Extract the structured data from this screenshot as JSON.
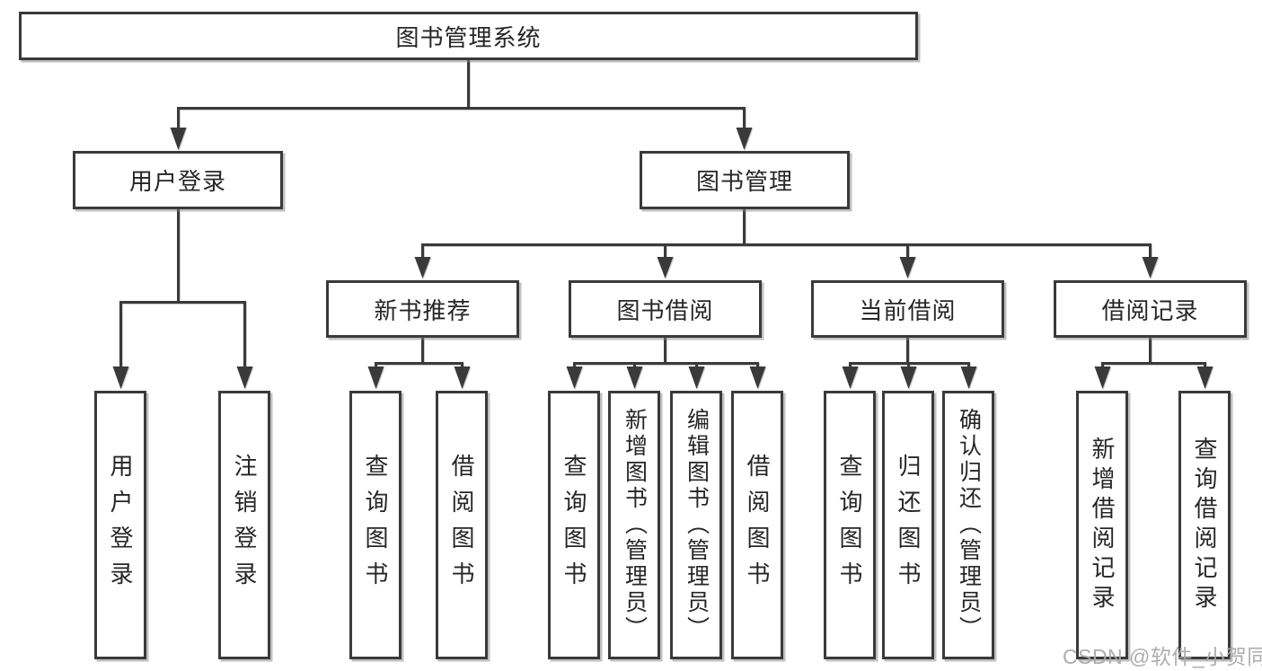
{
  "diagram": {
    "root": {
      "label": "图书管理系统"
    },
    "branches": [
      {
        "label": "用户登录"
      },
      {
        "label": "图书管理"
      }
    ],
    "modules": [
      {
        "label": "新书推荐"
      },
      {
        "label": "图书借阅"
      },
      {
        "label": "当前借阅"
      },
      {
        "label": "借阅记录"
      }
    ],
    "functions": {
      "user_login": [
        "用户登录",
        "注销登录"
      ],
      "new_books": [
        "查询图书",
        "借阅图书"
      ],
      "book_borrow": [
        "查询图书",
        "新增图书（管理员）",
        "编辑图书（管理员）",
        "借阅图书"
      ],
      "current_borrow": [
        "查询图书",
        "归还图书",
        "确认归还（管理员）"
      ],
      "borrow_records": [
        "新增借阅记录",
        "查询借阅记录"
      ]
    }
  },
  "watermark": {
    "text": "CSDN @软件_小贺同学"
  },
  "colors": {
    "line": "#3a3a3a",
    "text": "#262626",
    "box_background": "#ffffff",
    "watermark": "#a9a9a9"
  }
}
